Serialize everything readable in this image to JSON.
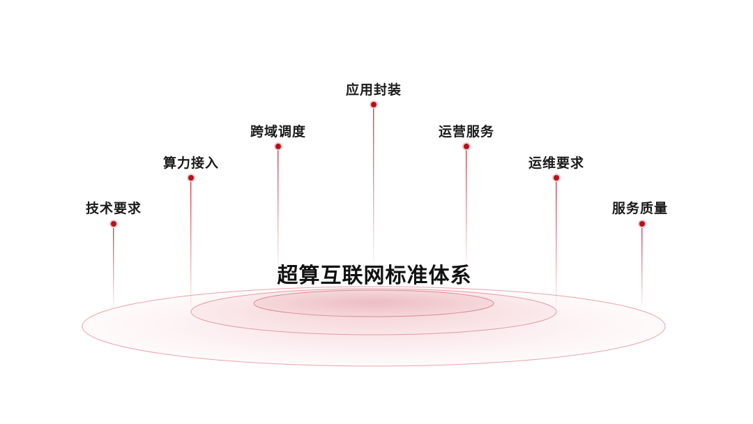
{
  "diagram": {
    "title": "超算互联网标准体系",
    "accent_color": "#b3121c",
    "nodes": [
      {
        "label": "技术要求"
      },
      {
        "label": "算力接入"
      },
      {
        "label": "跨域调度"
      },
      {
        "label": "应用封装"
      },
      {
        "label": "运营服务"
      },
      {
        "label": "运维要求"
      },
      {
        "label": "服务质量"
      }
    ]
  }
}
